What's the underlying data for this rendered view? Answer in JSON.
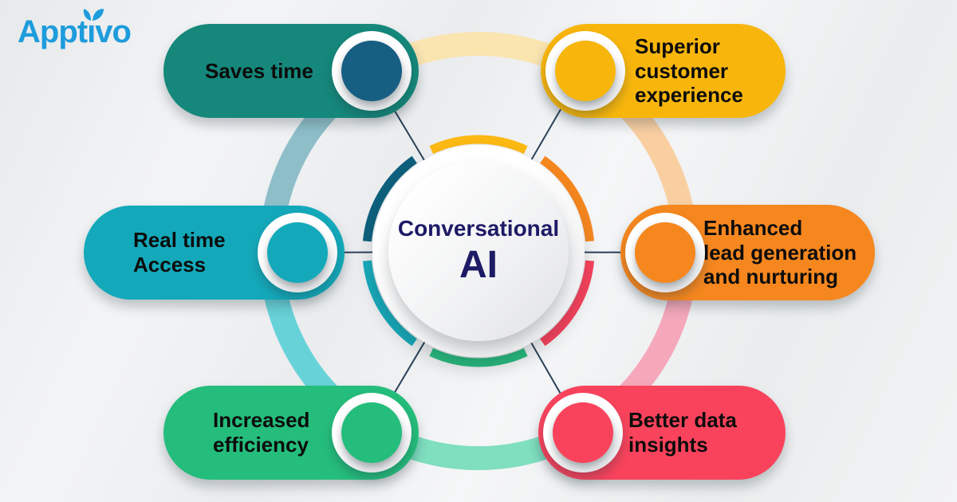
{
  "brand": {
    "name": "Apptivo",
    "name_dotless": "Apptıvo",
    "part1": "Appt",
    "part2": "vo",
    "dotless_i": "ı",
    "color": "#1e9cdc",
    "leaf_icon": "leaf-icon"
  },
  "center": {
    "line1": "Conversational",
    "line2": "AI",
    "text_color": "#1d1a66"
  },
  "connectors": {
    "color": "#2a4159"
  },
  "items": [
    {
      "label": "Saves time",
      "pill_color": "#15887b",
      "circle_color": "#175e83"
    },
    {
      "label": "Superior\ncustomer\nexperience",
      "pill_color": "#f8b60d",
      "circle_color": "#f8b60d"
    },
    {
      "label": "Real time\nAccess",
      "pill_color": "#14a9ba",
      "circle_color": "#14a9ba"
    },
    {
      "label": "Enhanced\nlead generation\nand nurturing",
      "pill_color": "#f6871f",
      "circle_color": "#f6871f"
    },
    {
      "label": "Increased\nefficiency",
      "pill_color": "#25bd7c",
      "circle_color": "#25bd7c"
    },
    {
      "label": "Better data\ninsights",
      "pill_color": "#f9435c",
      "circle_color": "#f9435c"
    }
  ],
  "rings": {
    "inner": {
      "segments": [
        {
          "name": "top-yellow",
          "color": "#fcb813"
        },
        {
          "name": "top-right-orange",
          "color": "#f6871f"
        },
        {
          "name": "bottom-right-red",
          "color": "#f9425c"
        },
        {
          "name": "bottom-green",
          "color": "#27bd7e"
        },
        {
          "name": "bottom-left-teal",
          "color": "#17aaba"
        },
        {
          "name": "top-left-petrol",
          "color": "#0e607c"
        }
      ]
    },
    "outer": {
      "segments": [
        {
          "name": "top-pale-yellow",
          "color": "#fae4b0"
        },
        {
          "name": "upper-right-pale-orange",
          "color": "#f9cfa2"
        },
        {
          "name": "lower-right-pink",
          "color": "#f5a8ba"
        },
        {
          "name": "bottom-mint",
          "color": "#7fdfbf"
        },
        {
          "name": "lower-left-cyan",
          "color": "#68d2d9"
        },
        {
          "name": "upper-left-steel-teal",
          "color": "#8ebfc9"
        }
      ]
    }
  }
}
